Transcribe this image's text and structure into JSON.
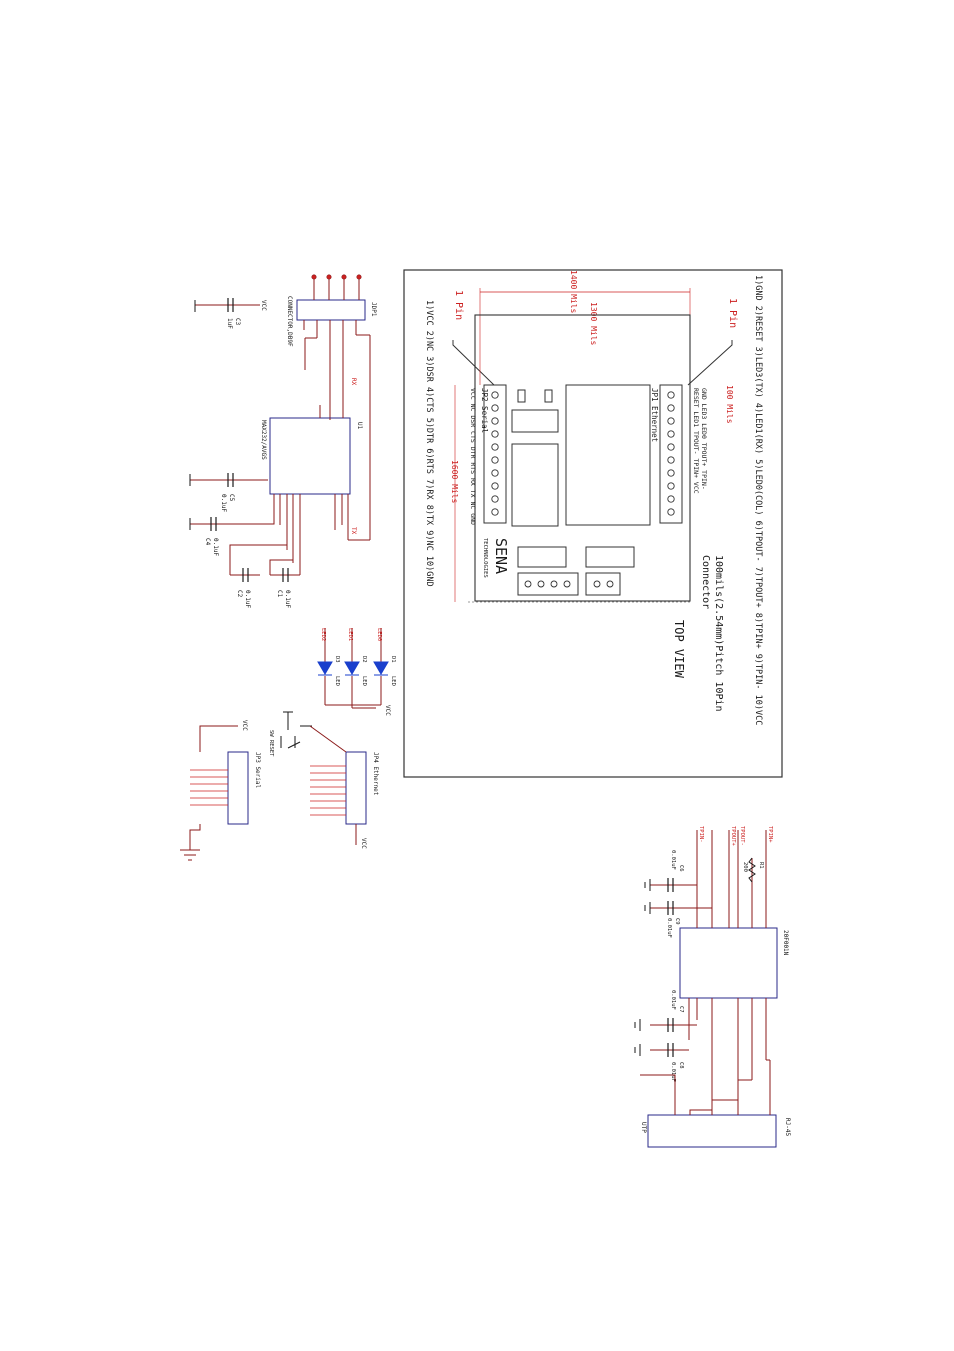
{
  "colors": {
    "wire": "#8b1a1a",
    "net": "#cc2020",
    "ink": "#1a1a1a",
    "part": "#2a2a8a",
    "led": "#1a3fcc",
    "frame": "#444444"
  },
  "pinout_notes": [
    "1)GND 2)RESET 3)LED3(TX) 4)LED1(RX) 5)LED0(COL) 6)TPOUT- 7)TPOUT+ 8)TPIN+ 9)TPIN- 10)VCC",
    "1)VCC   2)NC   3)DSR   4)CTS   5)DTR   6)RTS   7)RX   8)TX   9)NC   10)GND"
  ],
  "top_view": {
    "title": "TOP VIEW",
    "connector_line1": "100mils(2.54mm)Pitch 10Pin",
    "connector_line2": "Connector",
    "pin1_top": "1 Pin",
    "pin1_bottom": "1 Pin",
    "dim_1400": "1400 Mils",
    "dim_1300": "1300 Mils",
    "dim_100": "100 Mils",
    "dim_1600": "1600 Mils",
    "jp1_label": "JP1 Ethernet",
    "jp2_label": "JP2 Serial",
    "jp1_pins_a": "GND  LED3  LED0  TPOUT+ TPIN-",
    "jp1_pins_b": "RESET  LED1  TPOUT- TPIN+ VCC",
    "jp2_pins": "VCC NC DSR CTS DTR RTS RX TX NC GND",
    "brand": "SENA",
    "brand_sub": "TECHNOLOGIES"
  },
  "labels": {
    "jdp1": "JDP1",
    "connector": "CONNECTOR,DB9F",
    "vcc": "VCC",
    "c3": "C3",
    "c3_val": "1uF",
    "u1": "U1",
    "max_part": "MAX232/AVGS",
    "rx": "RX",
    "tx": "TX",
    "c5": "C5",
    "c4": "C4",
    "c2": "C2",
    "c1": "C1",
    "cap_val": "0.1uF",
    "d1": "D1",
    "d2": "D2",
    "d3": "D3",
    "led": "LED",
    "led0": "LED0",
    "led1": "LED1",
    "led2": "LED2",
    "jp3": "JP3 Serial",
    "jp4": "JP4 Ethernet",
    "sw": "SW RESET",
    "r1": "R1",
    "r1_val": "200",
    "rj45": "RJ-45",
    "utp": "UTP",
    "transformer": "20F001N",
    "c6": "C6",
    "c9": "C9",
    "c7": "C7",
    "c8": "C8",
    "cap_small": "0.01uF",
    "tpin_plus": "TPIN+",
    "tpout_minus": "TPOUT-",
    "tpout_plus": "TPOUT+",
    "tpin_minus": "TPIN-"
  }
}
